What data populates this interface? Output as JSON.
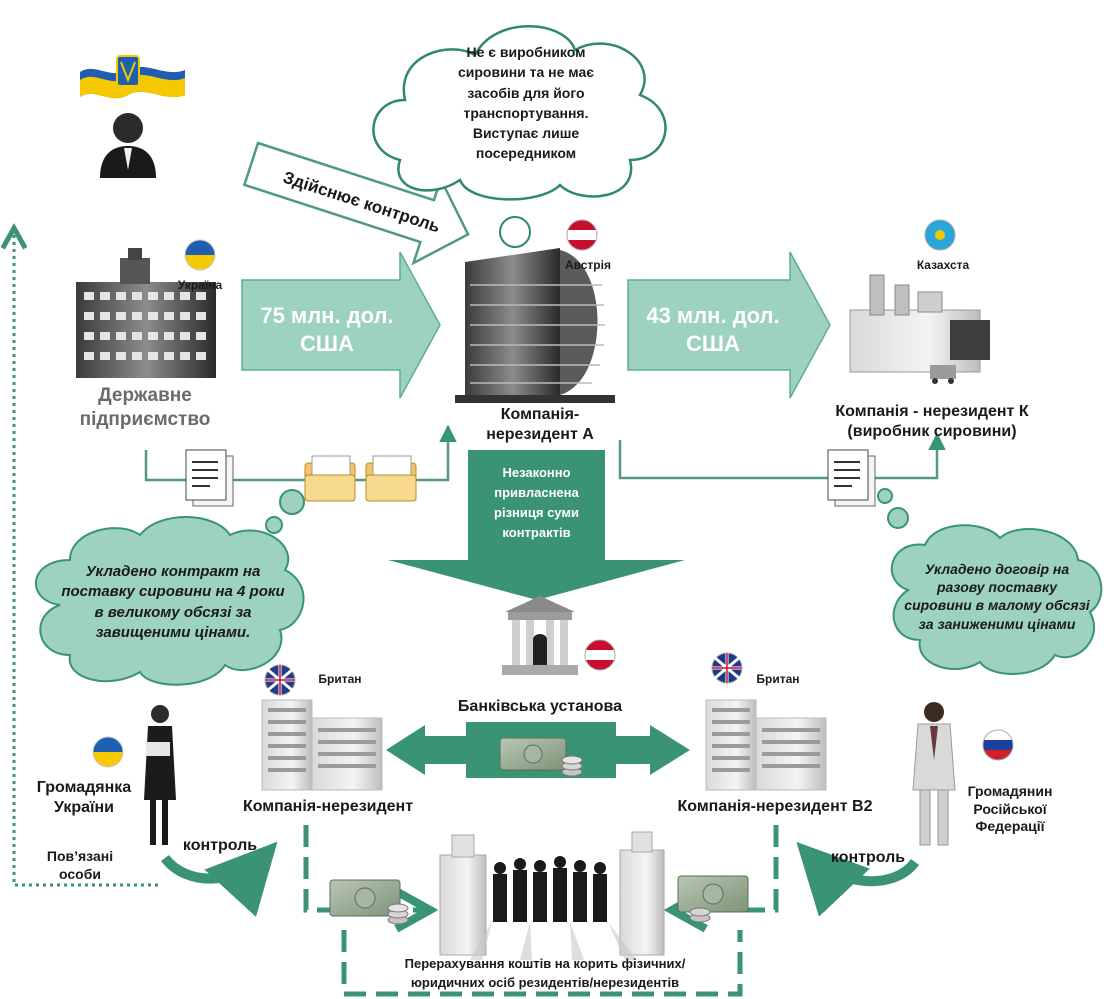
{
  "colors": {
    "teal_fill": "#9dd2bf",
    "teal_arrow": "#8fcab3",
    "dark_green": "#3a9474",
    "line": "#4f9a80",
    "ukraine_blue": "#1f5fb0",
    "ukraine_yellow": "#f5c800",
    "austria_red": "#c8102e",
    "russia_blue": "#1c3fa0",
    "russia_red": "#d0202a"
  },
  "labels": {
    "ukraine_flag": "Україна",
    "austria_flag": "Австрія",
    "kazakh_flag": "Казахста",
    "britain_left": "Британ",
    "britain_right": "Британ",
    "state_enterprise": "Державне підприємство",
    "company_a": "Компанія-нерезидент А",
    "company_k": "Компанія - нерезидент К (виробник сировини)",
    "bank": "Банківська установа",
    "company_left": "Компанія-нерезидент",
    "company_b2": "Компанія-нерезидент В2",
    "citizen_ua": "Громадянка України",
    "citizen_ru": "Громадянин Російської Федерації",
    "related": "Пов’язані особи",
    "control_left": "контроль",
    "control_right": "контроль",
    "control_diag": "Здійснює контроль",
    "transfer": "Перерахування коштів на корить фізичних/юридичних осіб резидентів/нерезидентів"
  },
  "arrows": {
    "left_amount": "75 млн. дол. США",
    "right_amount": "43 млн. дол. США",
    "vertical": "Незаконно привласнена різниця суми контрактів"
  },
  "clouds": {
    "top": "Не є виробником сировини та не має засобів для його транспортування. Виступає лише посередником",
    "left": "Укладено контракт на поставку сировини на 4 роки в великому обсязі за завищеними цінами.",
    "right": "Укладено договір на разову поставку сировини в малому обсязі за заниженими цінами"
  }
}
